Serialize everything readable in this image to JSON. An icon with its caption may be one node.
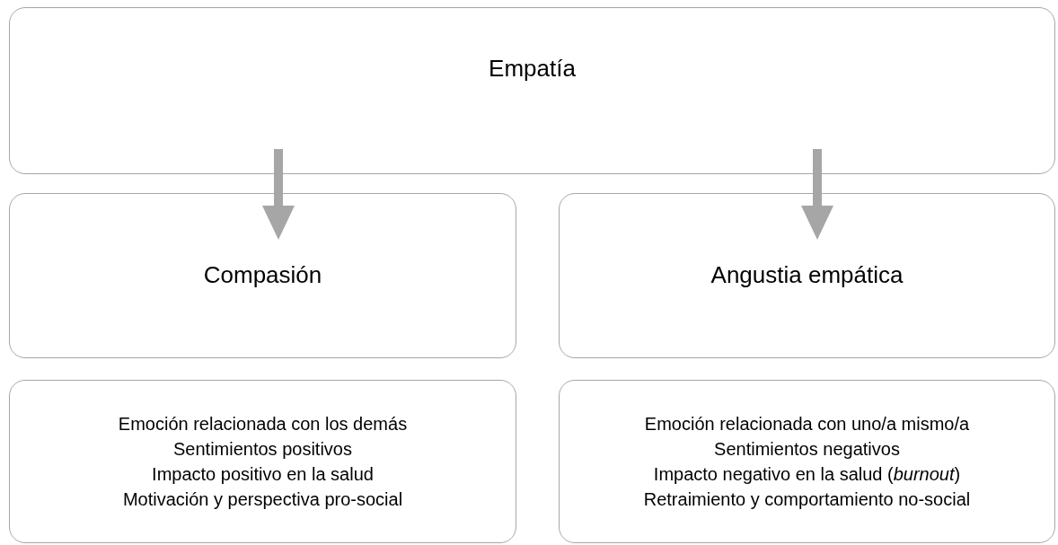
{
  "diagram": {
    "nodes": [
      {
        "text": [
          "Empatía"
        ]
      },
      {
        "text": [
          "Compasión"
        ]
      },
      {
        "text": [
          "Angustia empática"
        ]
      },
      {
        "text": [
          "Emoción relacionada con los demás",
          "Sentimientos positivos",
          "Impacto positivo en la salud",
          "Motivación y perspectiva pro-social"
        ]
      },
      {
        "text": [
          "Emoción relacionada con uno/a mismo/a",
          "Sentimientos negativos",
          "Impacto negativo en la salud (*burnout*)",
          "Retraimiento y comportamiento no-social"
        ]
      }
    ],
    "edges": [
      {
        "from": 0,
        "to": 1,
        "arrow": "to"
      },
      {
        "from": 0,
        "to": 2,
        "arrow": "to"
      }
    ]
  }
}
